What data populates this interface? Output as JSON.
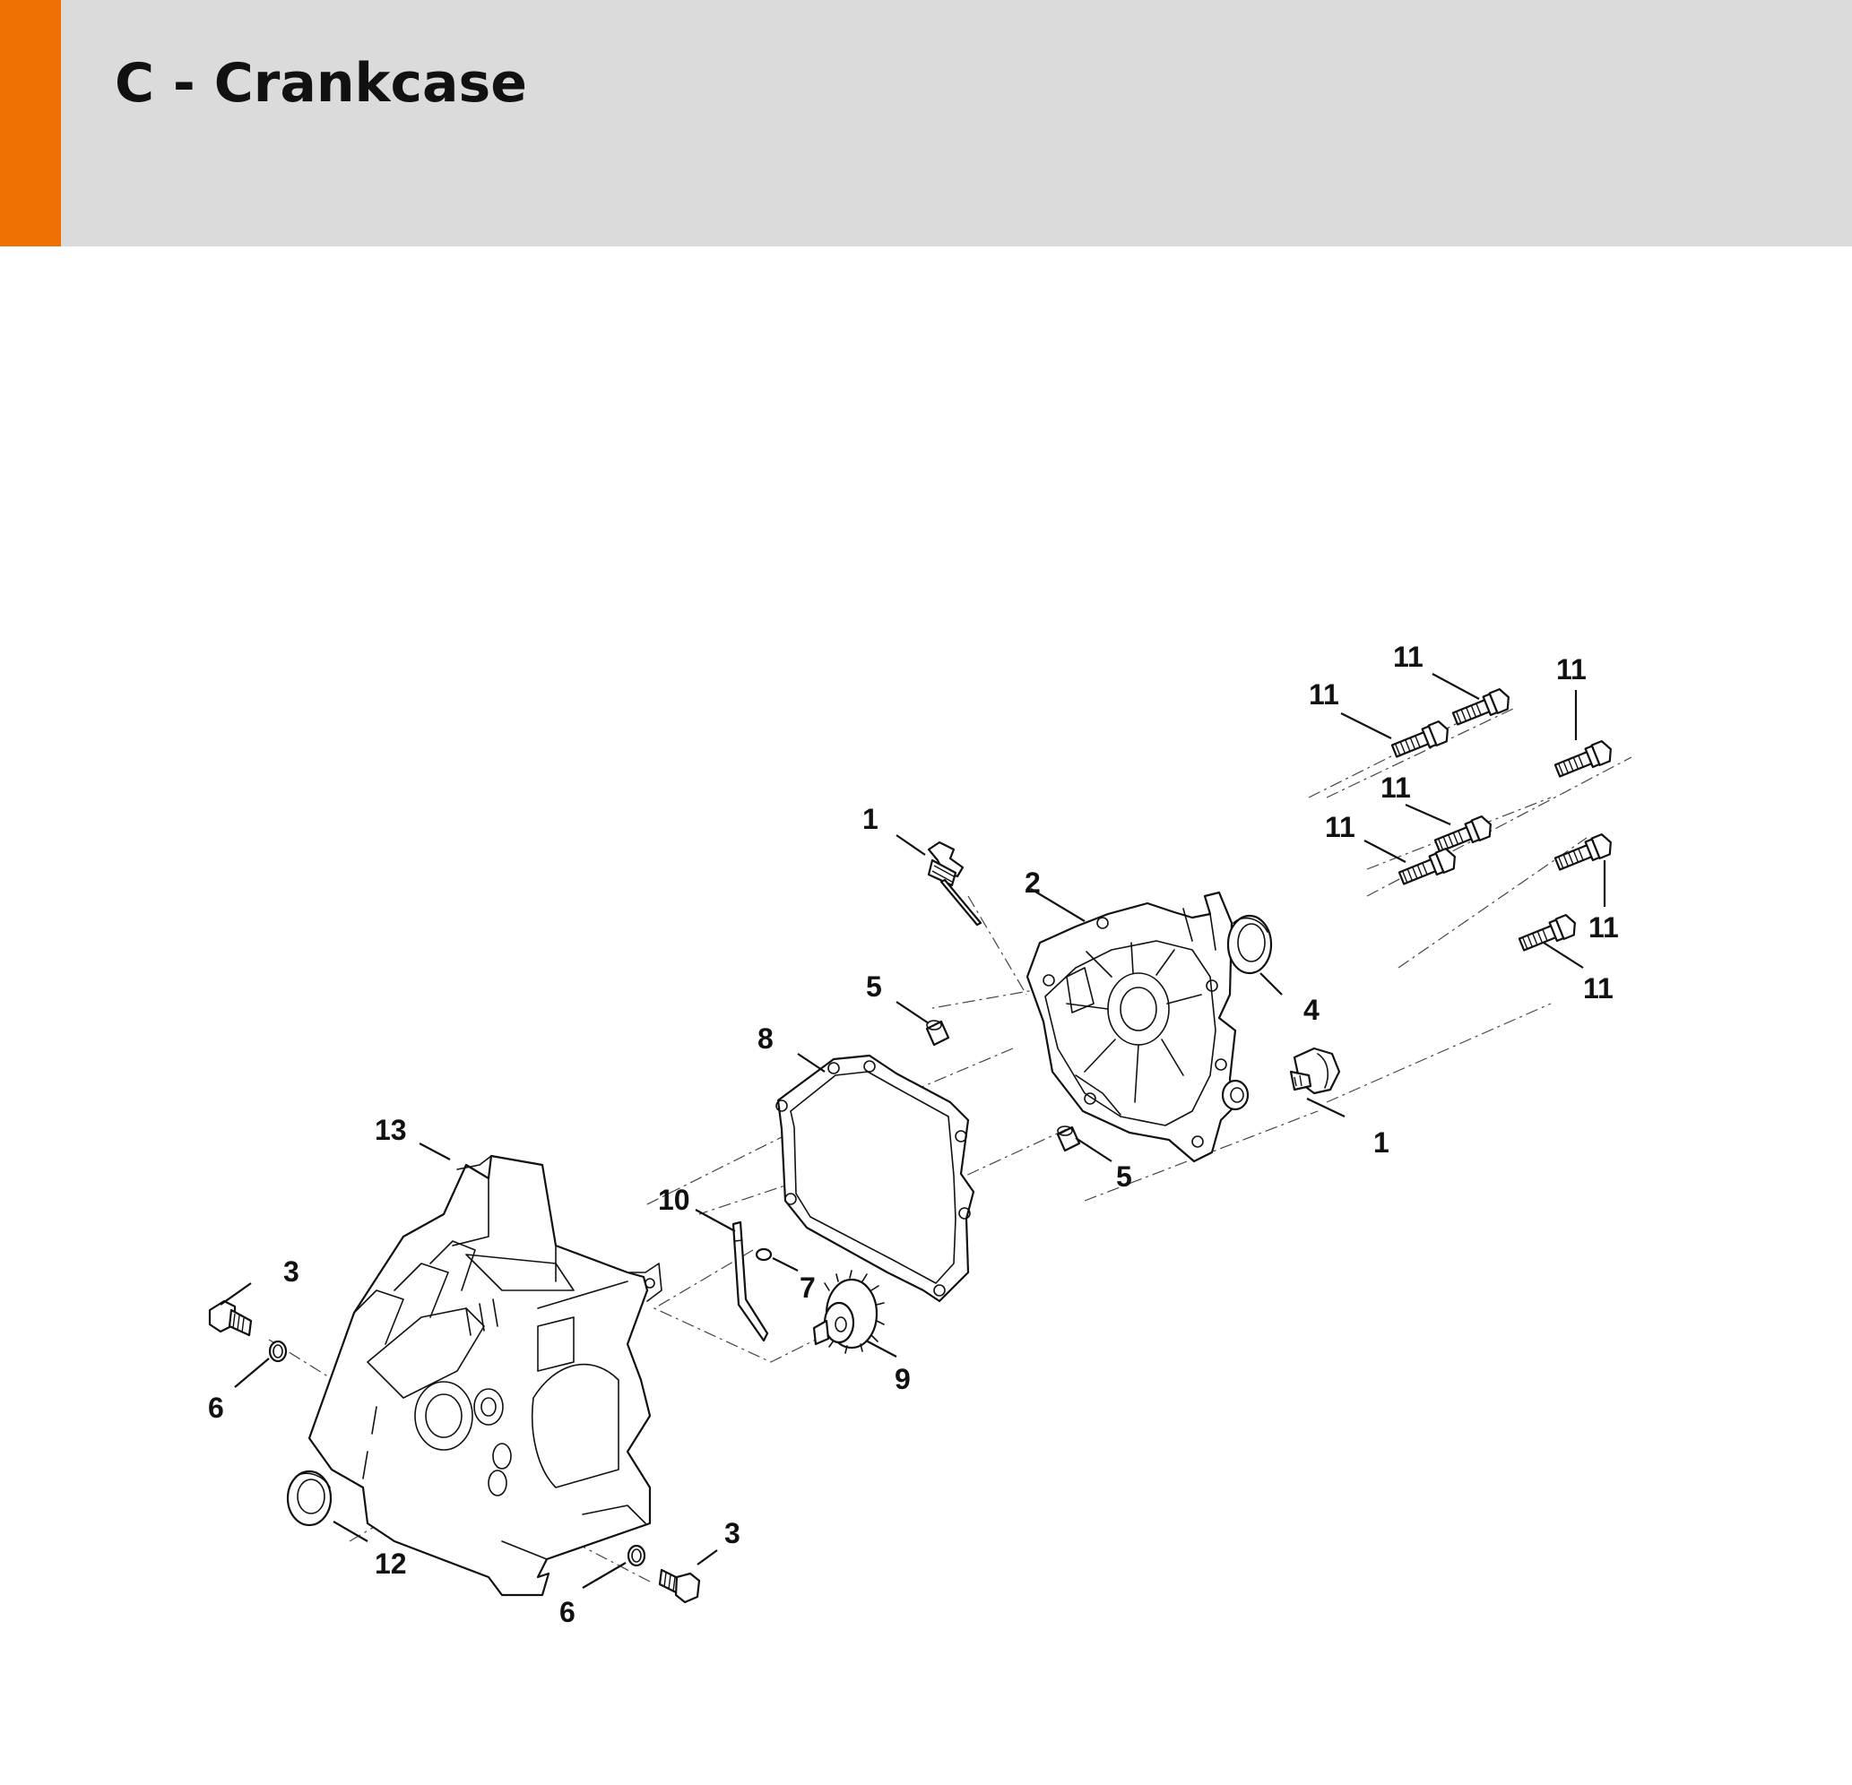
{
  "header": {
    "title": "C - Crankcase",
    "accent_color": "#ee7203",
    "background_color": "#dadbda"
  },
  "diagram": {
    "callouts": {
      "c1_top": "1",
      "c1_right": "1",
      "c2": "2",
      "c3_left": "3",
      "c3_bottom": "3",
      "c4": "4",
      "c5_top": "5",
      "c5_bottom": "5",
      "c6_left": "6",
      "c6_bottom": "6",
      "c7": "7",
      "c8": "8",
      "c9": "9",
      "c10": "10",
      "c11_a": "11",
      "c11_b": "11",
      "c11_c": "11",
      "c11_d": "11",
      "c11_e": "11",
      "c11_f": "11",
      "c11_g": "11",
      "c12": "12",
      "c13": "13"
    }
  }
}
